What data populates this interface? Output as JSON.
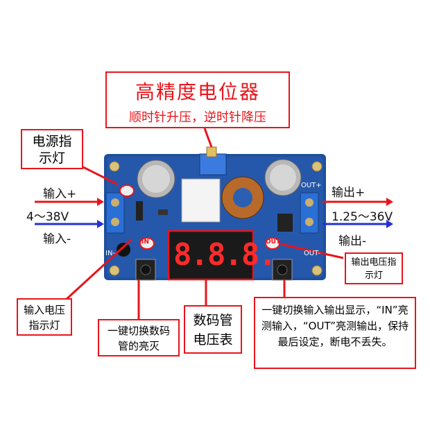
{
  "title_box": {
    "title": "高精度电位器",
    "subtitle": "顺时针升压，逆时针降压"
  },
  "power_led_box": {
    "text": "电源指示灯"
  },
  "input_plus": "输入+",
  "input_range": "4～38V",
  "input_minus": "输入-",
  "output_plus": "输出+",
  "output_range": "1.25～36V",
  "output_minus": "输出-",
  "out_led_box": {
    "text": "输出电压指示灯"
  },
  "in_led_box": {
    "text": "输入电压指示灯"
  },
  "toggle_box": {
    "text": "一键切换数码管的亮灭"
  },
  "display_box": {
    "text": "数码管电压表"
  },
  "mode_box": {
    "text": "一键切换输入输出显示，“IN”亮测输入，“OUT”亮测输出，保持最后设定，断电不丢失。"
  },
  "display_digits": "8.8.8.",
  "pcb_labels": {
    "in": "IN-",
    "out": "OUT+",
    "out_minus": "OUT-",
    "in_led": "IN",
    "out_led": "OUT"
  },
  "colors": {
    "callout": "#e8141b",
    "pcb": "#1f4f9e",
    "input_arrow": "#e8141b",
    "minus_arrow": "#2230d8"
  }
}
